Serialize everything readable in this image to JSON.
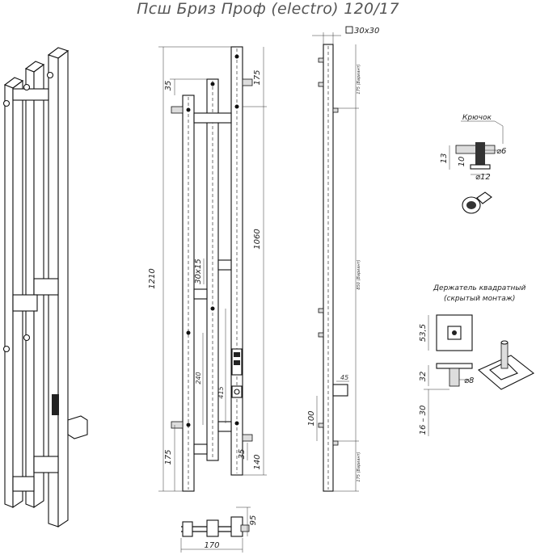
{
  "title": "Псш Бриз Проф (electro) 120/17",
  "front_dims": {
    "overall_height": "1210",
    "inner_height": "1060",
    "top_offset": "175",
    "bottom_offset": "175",
    "bottom_140": "140",
    "top_35": "35",
    "bottom_35": "35",
    "bar_section": "30x15",
    "dim_240": "240",
    "dim_415": "415"
  },
  "side_dims": {
    "section": "30x30",
    "spacing_top": "175 (Вариант)",
    "spacing_mid": "850 (Вариант)",
    "spacing_bottom": "175 (Вариант)",
    "dim_45": "45",
    "dim_100": "100"
  },
  "bottom_dims": {
    "width": "170",
    "depth": "95"
  },
  "hook": {
    "label": "Крючок",
    "d_hole": "⌀6",
    "d_head": "⌀12",
    "h_13": "13",
    "h_10": "10"
  },
  "holder": {
    "label_line1": "Держатель квадратный",
    "label_line2": "(скрытый монтаж)",
    "size": "53,5",
    "h_32": "32",
    "d_8": "⌀8",
    "range": "16 – 30"
  }
}
